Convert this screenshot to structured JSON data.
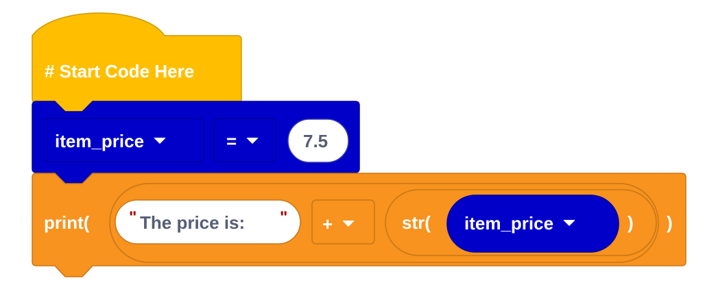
{
  "hat_block": {
    "label": "# Start Code Here"
  },
  "assign_block": {
    "variable": "item_price",
    "operator": "=",
    "value": "7.5"
  },
  "print_block": {
    "func": "print(",
    "string_value": "The price is: ",
    "quote": "\"",
    "operator": "+",
    "str_func": "str(",
    "str_arg": "item_price",
    "close_inner": ")",
    "close_outer": ")"
  },
  "colors": {
    "hat": "#FFBF00",
    "variable": "#0000C8",
    "print": "#F7931E"
  }
}
